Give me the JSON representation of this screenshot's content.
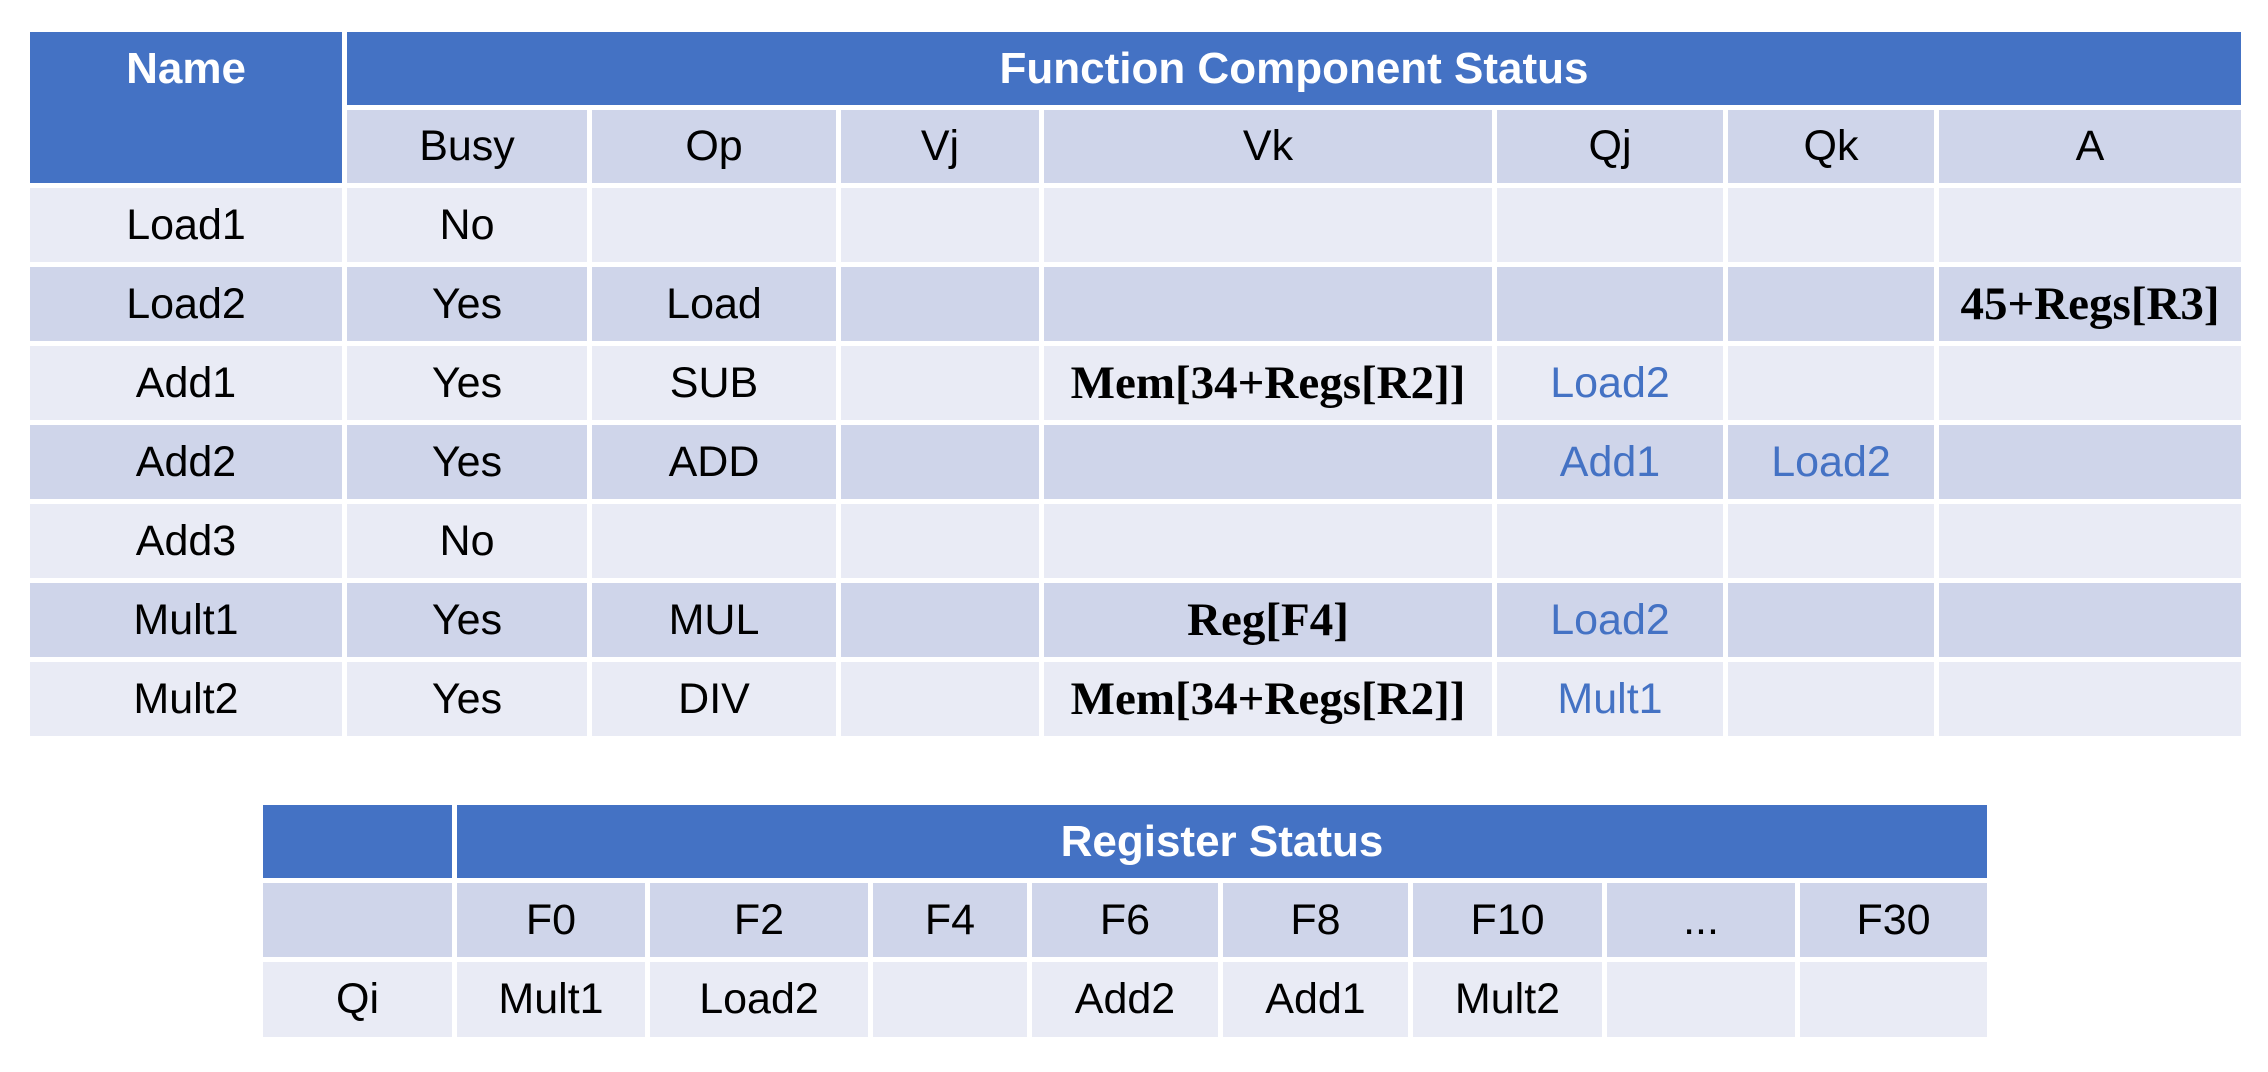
{
  "colors": {
    "header_blue": "#4472C4",
    "band_dark": "#CFD5EA",
    "band_light": "#E9EBF5",
    "tag_blue_text": "#4472C4",
    "header_text": "#ffffff",
    "body_text": "#000000"
  },
  "function_table": {
    "title": "Function Component Status",
    "name_header": "Name",
    "columns": [
      "Busy",
      "Op",
      "Vj",
      "Vk",
      "Qj",
      "Qk",
      "A"
    ],
    "rows": [
      {
        "name": "Load1",
        "busy": "No",
        "op": "",
        "vj": "",
        "vk": "",
        "qj": "",
        "qk": "",
        "a": ""
      },
      {
        "name": "Load2",
        "busy": "Yes",
        "op": "Load",
        "vj": "",
        "vk": "",
        "qj": "",
        "qk": "",
        "a": "45+Regs[R3]"
      },
      {
        "name": "Add1",
        "busy": "Yes",
        "op": "SUB",
        "vj": "",
        "vk": "Mem[34+Regs[R2]]",
        "qj": "Load2",
        "qk": "",
        "a": ""
      },
      {
        "name": "Add2",
        "busy": "Yes",
        "op": "ADD",
        "vj": "",
        "vk": "",
        "qj": "Add1",
        "qk": "Load2",
        "a": ""
      },
      {
        "name": "Add3",
        "busy": "No",
        "op": "",
        "vj": "",
        "vk": "",
        "qj": "",
        "qk": "",
        "a": ""
      },
      {
        "name": "Mult1",
        "busy": "Yes",
        "op": "MUL",
        "vj": "",
        "vk": "Reg[F4]",
        "qj": "Load2",
        "qk": "",
        "a": ""
      },
      {
        "name": "Mult2",
        "busy": "Yes",
        "op": "DIV",
        "vj": "",
        "vk": "Mem[34+Regs[R2]]",
        "qj": "Mult1",
        "qk": "",
        "a": ""
      }
    ]
  },
  "register_table": {
    "title": "Register Status",
    "row_label": "Qi",
    "columns": [
      "F0",
      "F2",
      "F4",
      "F6",
      "F8",
      "F10",
      "...",
      "F30"
    ],
    "qi_values": [
      "Mult1",
      "Load2",
      "",
      "Add2",
      "Add1",
      "Mult2",
      "",
      ""
    ]
  }
}
